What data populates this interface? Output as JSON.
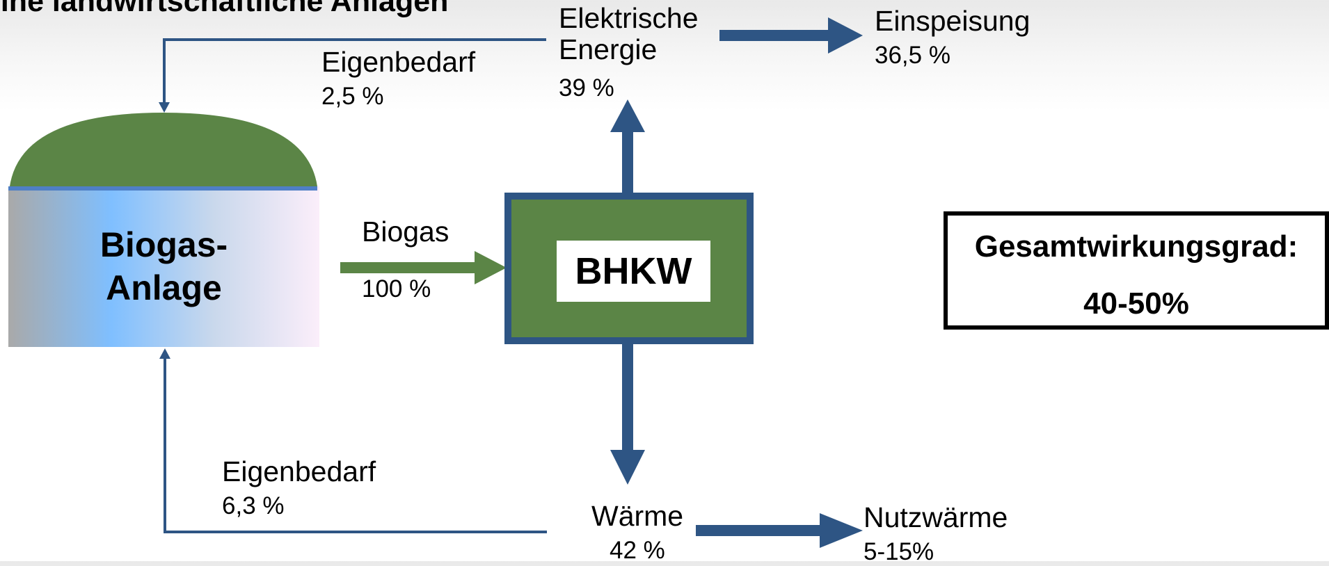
{
  "title": "leine landwirtschaftliche Anlagen",
  "colors": {
    "flow_blue": "#2e5584",
    "flow_green": "#5b8546",
    "dome_green": "#5b8546",
    "tank_stripe": "#4f7fc5"
  },
  "nodes": {
    "biogas_anlage": {
      "label": "Biogas-\nAnlage"
    },
    "bhkw": {
      "label": "BHKW"
    }
  },
  "flows": {
    "biogas": {
      "label": "Biogas",
      "value": "100 %"
    },
    "elektrische_energie": {
      "label": "Elektrische\nEnergie",
      "value": "39 %"
    },
    "einspeisung": {
      "label": "Einspeisung",
      "value": "36,5 %"
    },
    "eigenbedarf_strom": {
      "label": "Eigenbedarf",
      "value": "2,5 %"
    },
    "waerme": {
      "label": "Wärme",
      "value": "42 %"
    },
    "nutzwaerme": {
      "label": "Nutzwärme",
      "value": "5-15%"
    },
    "eigenbedarf_waerme": {
      "label": "Eigenbedarf",
      "value": "6,3 %"
    }
  },
  "summary": {
    "label": "Gesamtwirkungsgrad:",
    "value": "40-50%"
  }
}
